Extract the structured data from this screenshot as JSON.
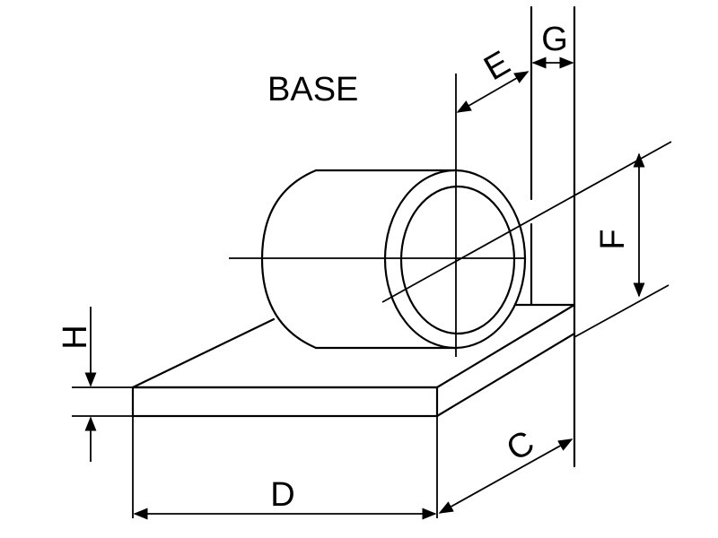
{
  "title": "BASE",
  "dimensions": {
    "c": "C",
    "d": "D",
    "e": "E",
    "f": "F",
    "g": "G",
    "h": "H"
  }
}
